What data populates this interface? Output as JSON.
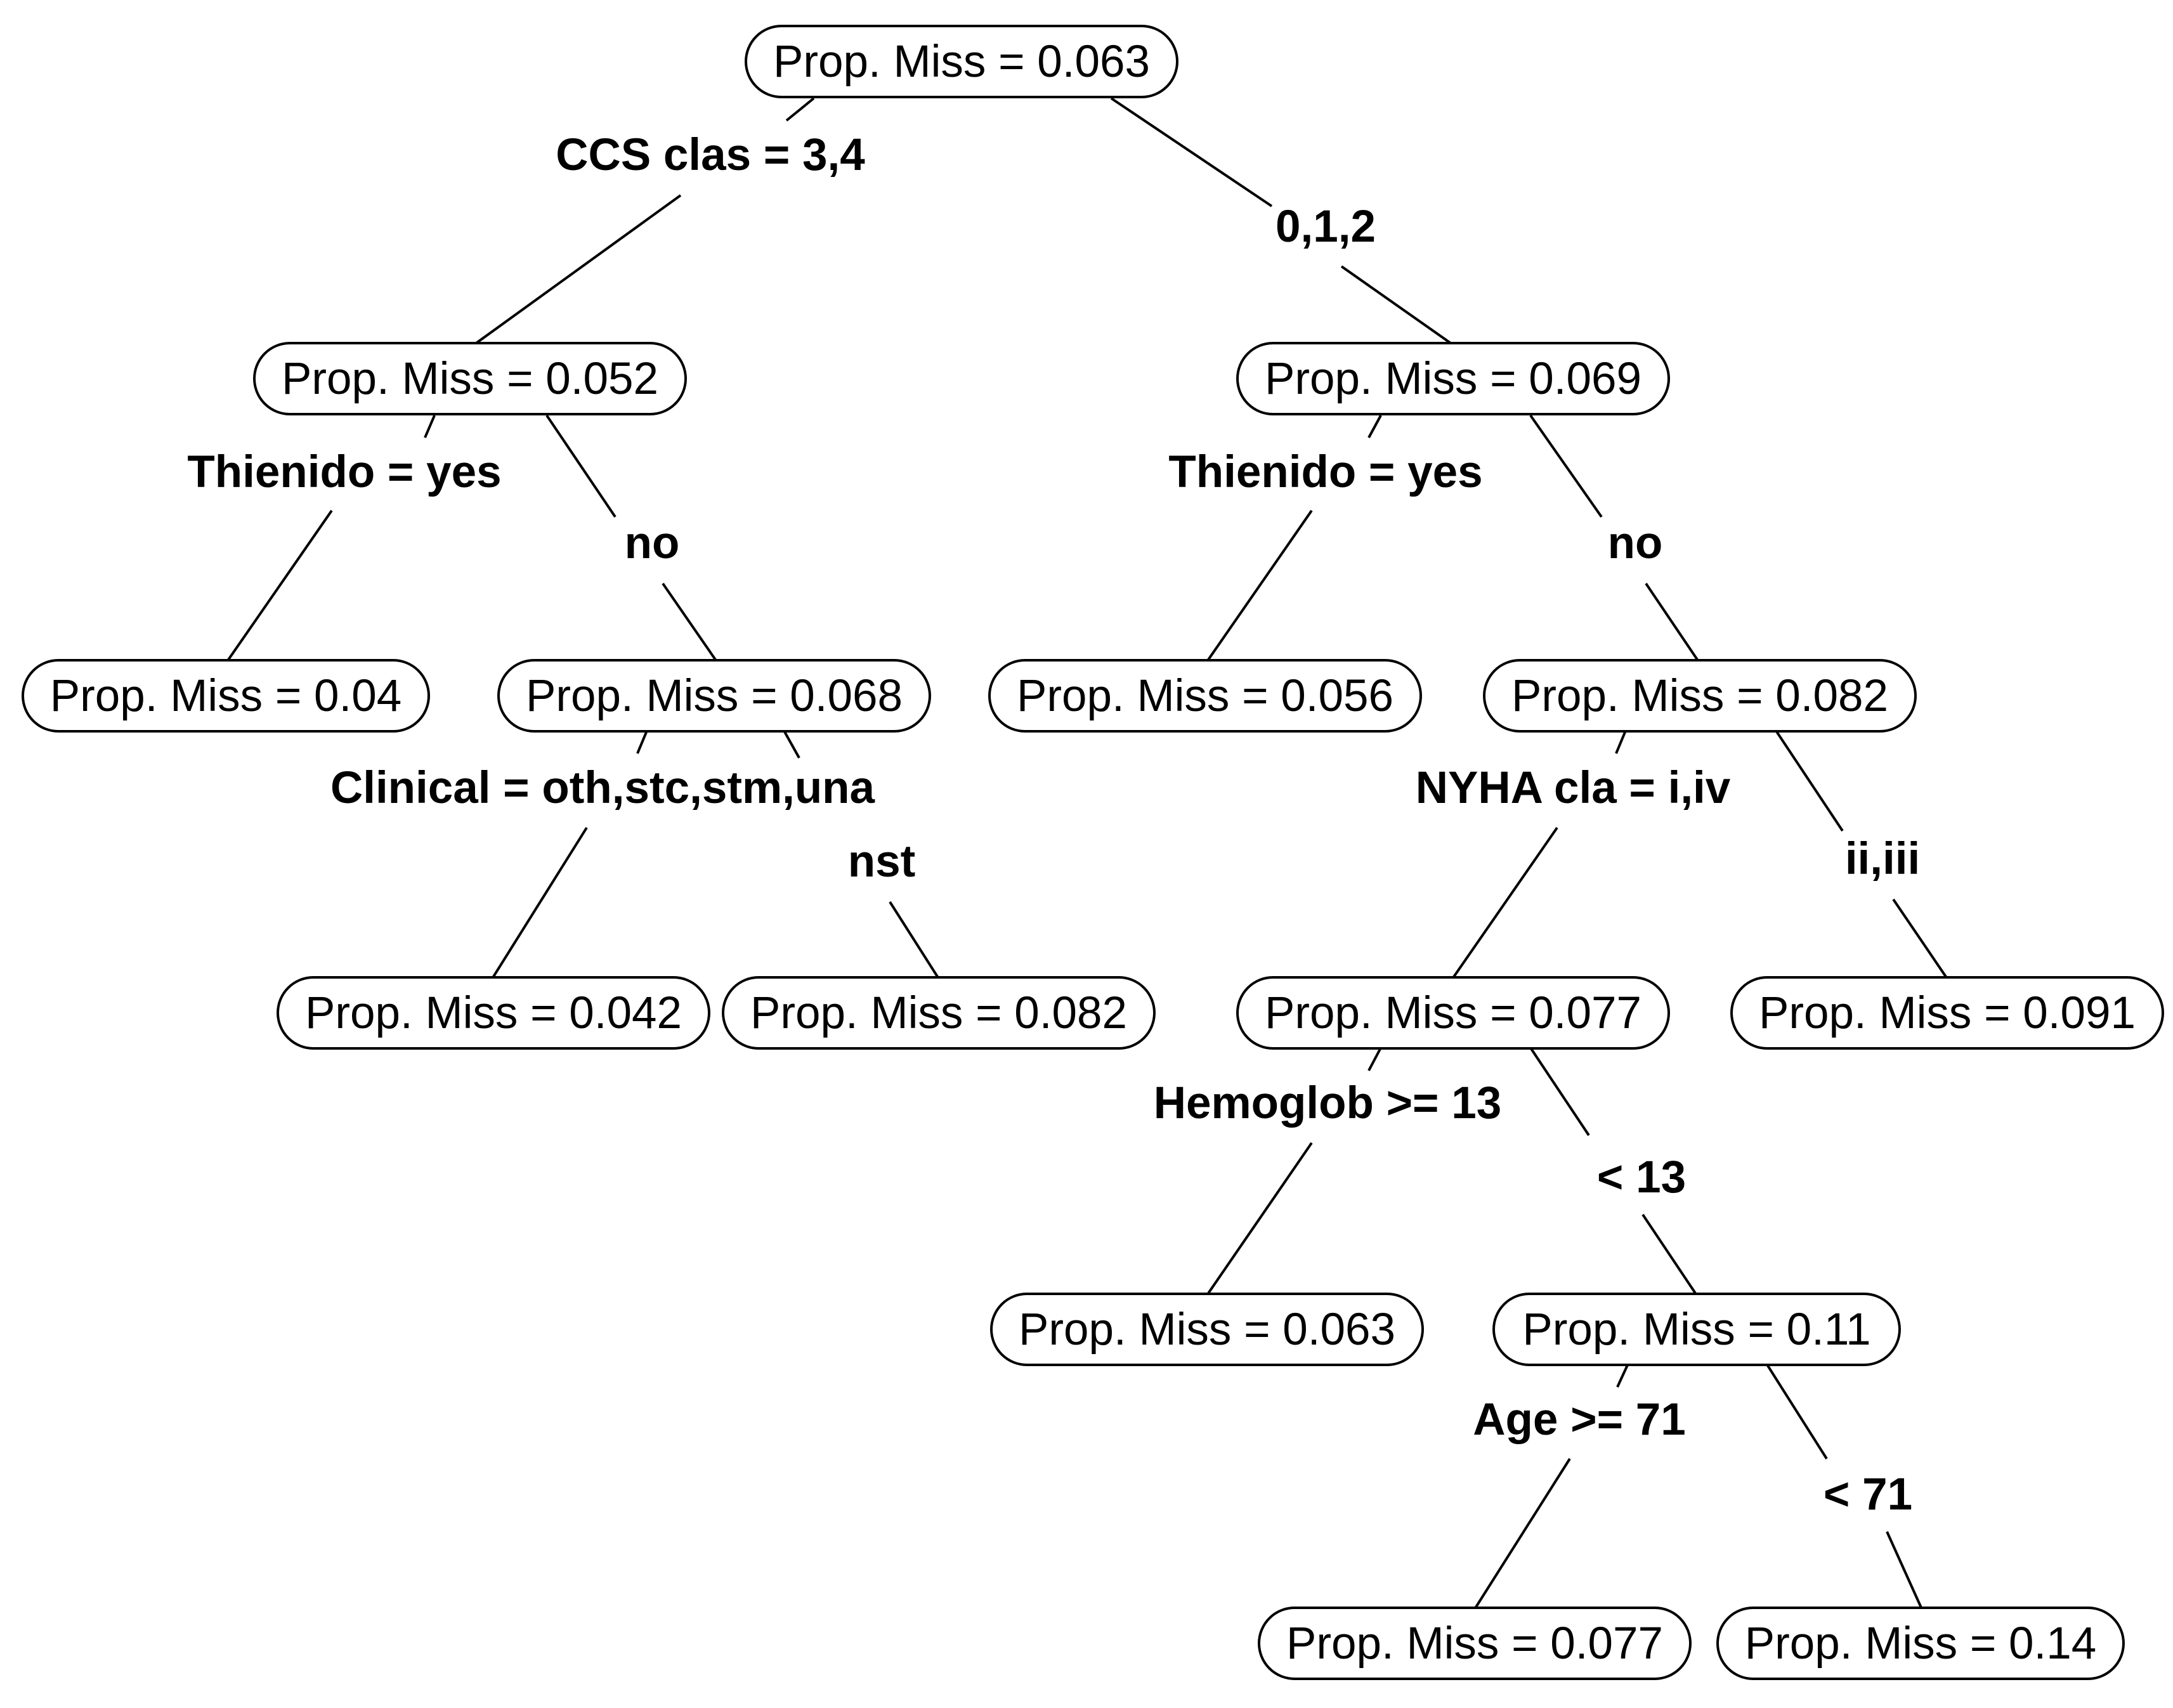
{
  "tree": {
    "nodes": [
      {
        "id": "n1",
        "label": "Prop. Miss = 0.063"
      },
      {
        "id": "n2",
        "label": "Prop. Miss = 0.052"
      },
      {
        "id": "n3",
        "label": "Prop. Miss = 0.069"
      },
      {
        "id": "n4",
        "label": "Prop. Miss = 0.04"
      },
      {
        "id": "n5",
        "label": "Prop. Miss = 0.068"
      },
      {
        "id": "n6",
        "label": "Prop. Miss = 0.056"
      },
      {
        "id": "n7",
        "label": "Prop. Miss = 0.082"
      },
      {
        "id": "n8",
        "label": "Prop. Miss = 0.042"
      },
      {
        "id": "n9",
        "label": "Prop. Miss = 0.082"
      },
      {
        "id": "n10",
        "label": "Prop. Miss = 0.077"
      },
      {
        "id": "n11",
        "label": "Prop. Miss = 0.091"
      },
      {
        "id": "n12",
        "label": "Prop. Miss = 0.063"
      },
      {
        "id": "n13",
        "label": "Prop. Miss = 0.11"
      },
      {
        "id": "n14",
        "label": "Prop. Miss = 0.077"
      },
      {
        "id": "n15",
        "label": "Prop. Miss = 0.14"
      }
    ],
    "splits": [
      {
        "parent": "n1",
        "left_label": "CCS clas = 3,4",
        "right_label": "0,1,2"
      },
      {
        "parent": "n2",
        "left_label": "Thienido = yes",
        "right_label": "no"
      },
      {
        "parent": "n3",
        "left_label": "Thienido = yes",
        "right_label": "no"
      },
      {
        "parent": "n5",
        "left_label": "Clinical = oth,stc,stm,una",
        "right_label": "nst"
      },
      {
        "parent": "n7",
        "left_label": "NYHA cla = i,iv",
        "right_label": "ii,iii"
      },
      {
        "parent": "n10",
        "left_label": "Hemoglob >= 13",
        "right_label": "< 13"
      },
      {
        "parent": "n13",
        "left_label": "Age >= 71",
        "right_label": "< 71"
      }
    ]
  }
}
